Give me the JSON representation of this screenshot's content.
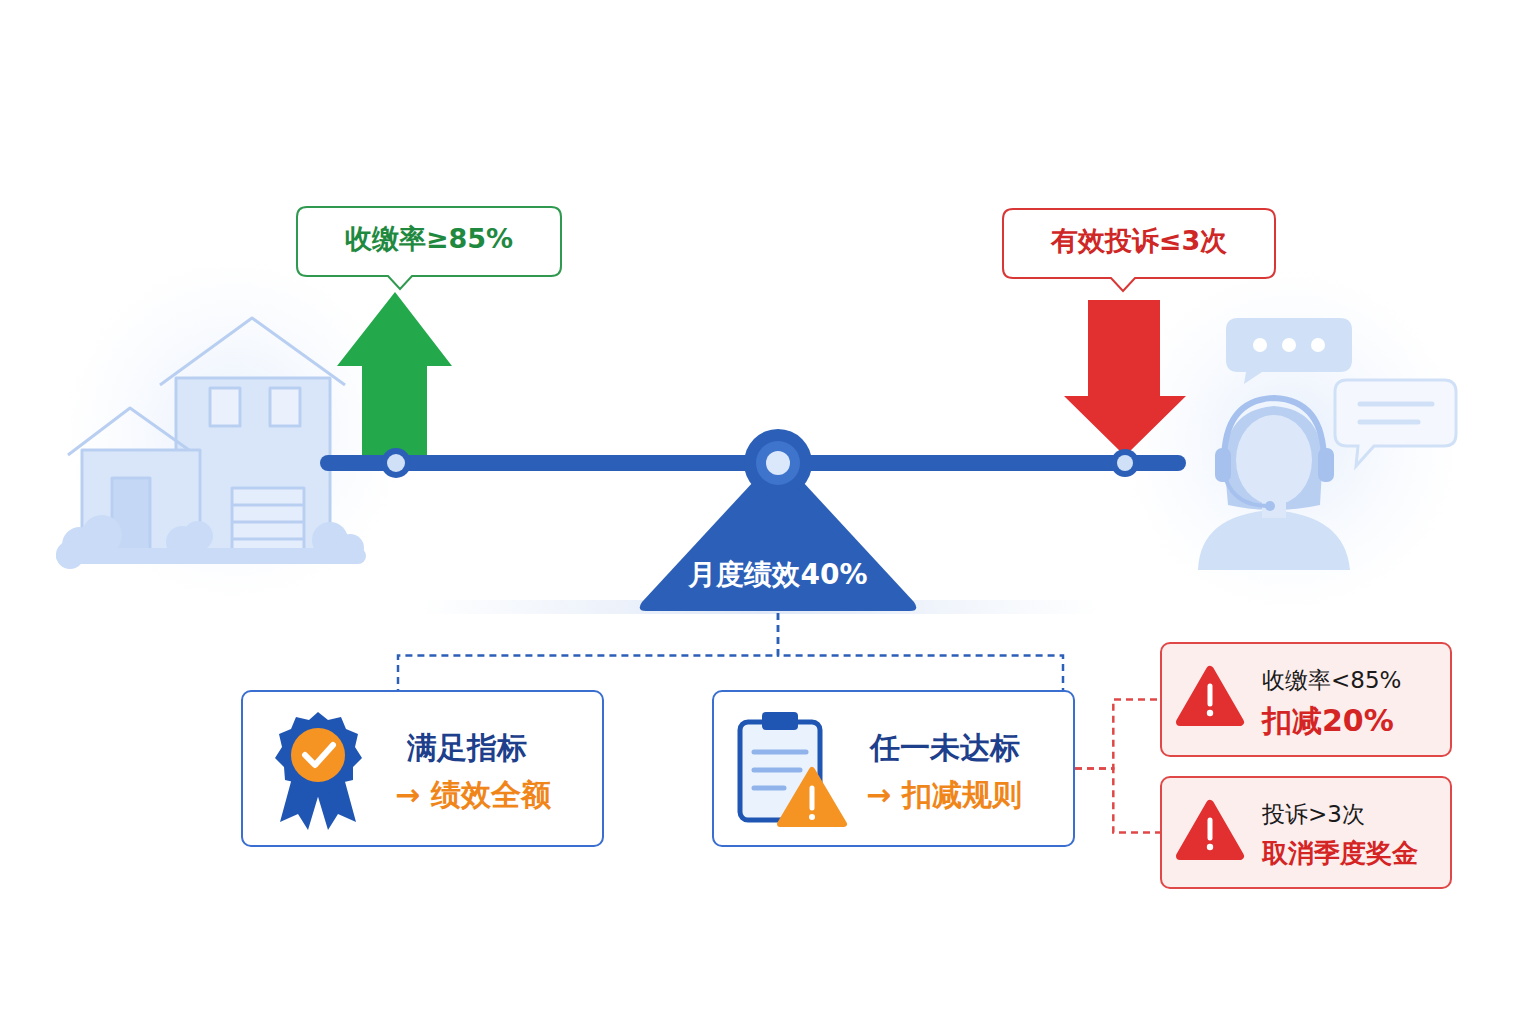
{
  "diagram": {
    "nodes": [
      {
        "text": [
          "收缴率≥85%"
        ]
      },
      {
        "text": [
          "有效投诉≤3次"
        ]
      },
      {
        "text": [
          "月度绩效40%"
        ]
      },
      {
        "text": [
          "满足指标",
          "→ 绩效全额"
        ]
      },
      {
        "text": [
          "任一未达标",
          "→ 扣减规则"
        ]
      },
      {
        "text": [
          "收缴率<85%",
          "扣减20%"
        ]
      },
      {
        "text": [
          "投诉>3次",
          "取消季度奖金"
        ]
      }
    ],
    "edges": [
      {
        "from": 2,
        "to": 3,
        "arrow": "none"
      },
      {
        "from": 2,
        "to": 4,
        "arrow": "none"
      },
      {
        "from": 4,
        "to": 5,
        "arrow": "none"
      },
      {
        "from": 4,
        "to": 6,
        "arrow": "none"
      }
    ]
  }
}
